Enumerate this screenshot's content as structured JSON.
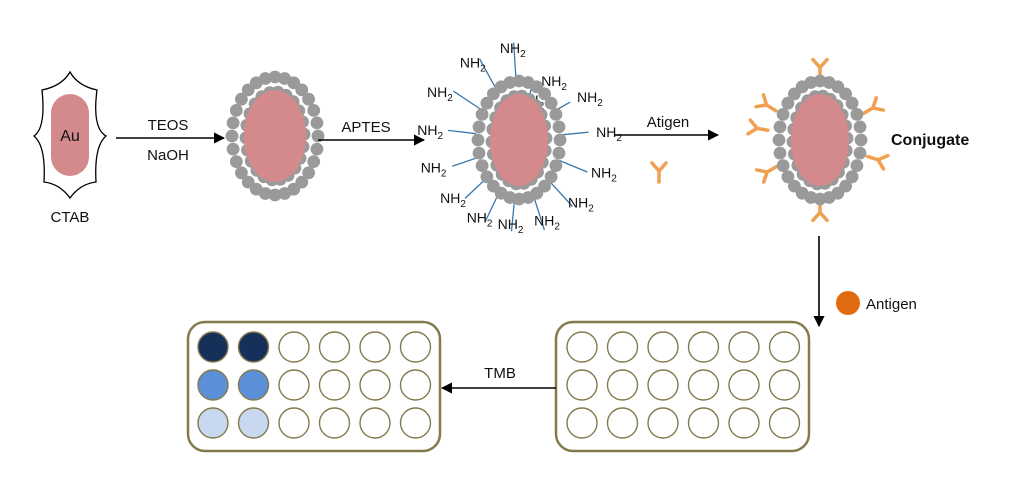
{
  "step1": {
    "core_label": "Au",
    "surfactant_label": "CTAB"
  },
  "arrow1": {
    "reagent_top": "TEOS",
    "reagent_bottom": "NaOH"
  },
  "arrow2": {
    "reagent": "APTES"
  },
  "amine_label": "NH2",
  "arrow3": {
    "reagent": "Atigen"
  },
  "conjugate_label": "Conjugate",
  "antigen_legend": "Antigen",
  "arrow4": {
    "reagent": "TMB"
  },
  "colors": {
    "core": "#d48a8c",
    "silica": "#9a9a9a",
    "amine_line": "#3a78b0",
    "antibody": "#f0a050",
    "antigen": "#e06a10",
    "plate_border": "#847a4e",
    "well_dark": "#15315a",
    "well_medium": "#5b90d8",
    "well_light": "#c8d8f0"
  },
  "result_plate": [
    [
      "dark",
      "dark",
      "empty",
      "empty",
      "empty",
      "empty"
    ],
    [
      "medium",
      "medium",
      "empty",
      "empty",
      "empty",
      "empty"
    ],
    [
      "light",
      "light",
      "empty",
      "empty",
      "empty",
      "empty"
    ]
  ],
  "assay_plate": [
    [
      "empty",
      "empty",
      "empty",
      "empty",
      "empty",
      "empty"
    ],
    [
      "empty",
      "empty",
      "empty",
      "empty",
      "empty",
      "empty"
    ],
    [
      "empty",
      "empty",
      "empty",
      "empty",
      "empty",
      "empty"
    ]
  ]
}
